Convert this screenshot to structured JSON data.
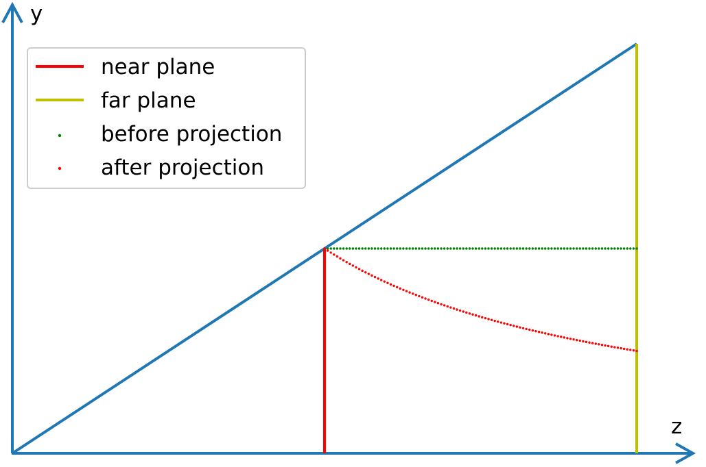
{
  "chart_data": {
    "type": "line",
    "xlabel": "z",
    "ylabel": "y",
    "xlim": [
      0,
      1
    ],
    "ylim": [
      0,
      1
    ],
    "near_z": 0.5,
    "far_z": 1.0,
    "frustum_top_at_far": 1.0,
    "num_points": 100,
    "colors": {
      "axis": "#1f77b4",
      "frustum": "#1f77b4",
      "near": "#ff0000",
      "far": "#bfbf00",
      "before": "#008000",
      "after": "#ff0000",
      "legend_border": "#cccccc"
    },
    "series": [
      {
        "key": "near",
        "name": "near plane",
        "kind": "line"
      },
      {
        "key": "far",
        "name": "far plane",
        "kind": "line"
      },
      {
        "key": "before",
        "name": "before projection",
        "kind": "points"
      },
      {
        "key": "after",
        "name": "after projection",
        "kind": "points"
      }
    ]
  }
}
